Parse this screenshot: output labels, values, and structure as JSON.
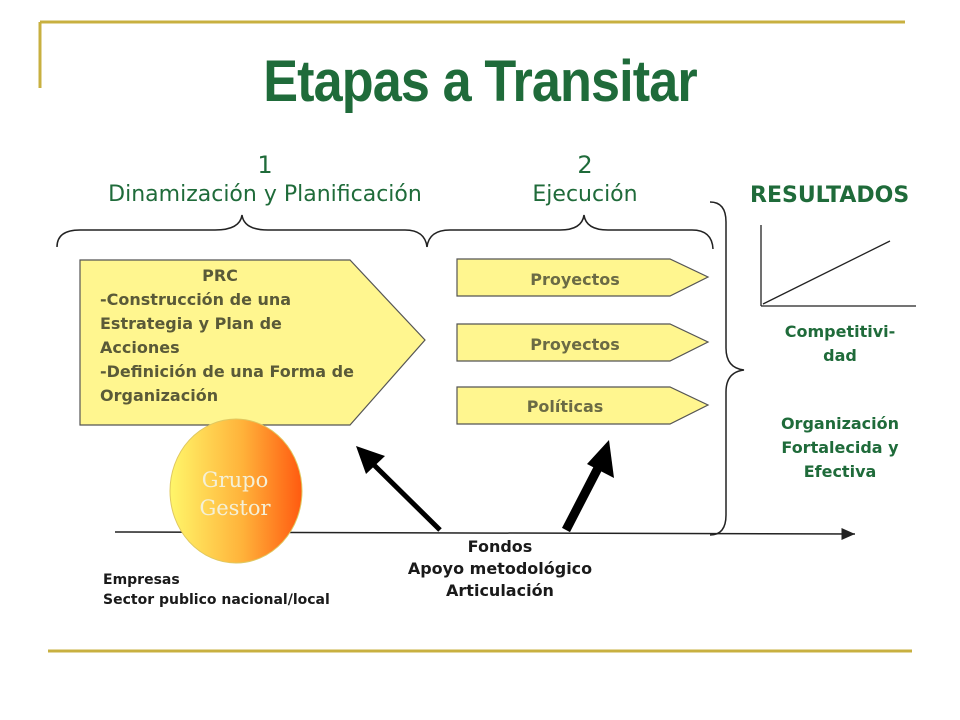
{
  "title": "Etapas a Transitar",
  "stages": [
    {
      "number": "1",
      "label": "Dinamización y Planificación"
    },
    {
      "number": "2",
      "label": "Ejecución"
    }
  ],
  "results_title": "RESULTADOS",
  "prc": {
    "heading": "PRC",
    "items": [
      "-Construcción de una Estrategia y Plan de Acciones",
      "-Definición de una Forma de Organización"
    ]
  },
  "execution_items": [
    "Proyectos",
    "Proyectos",
    "Políticas"
  ],
  "group": {
    "line1": "Grupo",
    "line2": "Gestor"
  },
  "inputs": {
    "line1": "Fondos",
    "line2": "Apoyo metodológico",
    "line3": "Articulación"
  },
  "actors": {
    "line1": "Empresas",
    "line2": "Sector publico nacional/local"
  },
  "results": {
    "competitiveness": {
      "line1": "Competitivi-",
      "line2": "dad"
    },
    "organization": {
      "line1": "Organización",
      "line2": "Fortalecida y",
      "line3": "Efectiva"
    }
  },
  "colors": {
    "title_green": "#1f6b3a",
    "box_yellow": "#fff68f",
    "frame_gold": "#c8b040",
    "circle_start": "#fff66a",
    "circle_end": "#ff5a10"
  }
}
